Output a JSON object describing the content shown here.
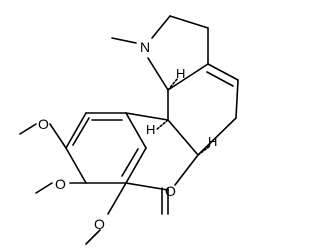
{
  "molecule": {
    "atoms": {
      "nitrogen": "N",
      "oxygen": "O",
      "hydrogen": "H"
    }
  }
}
